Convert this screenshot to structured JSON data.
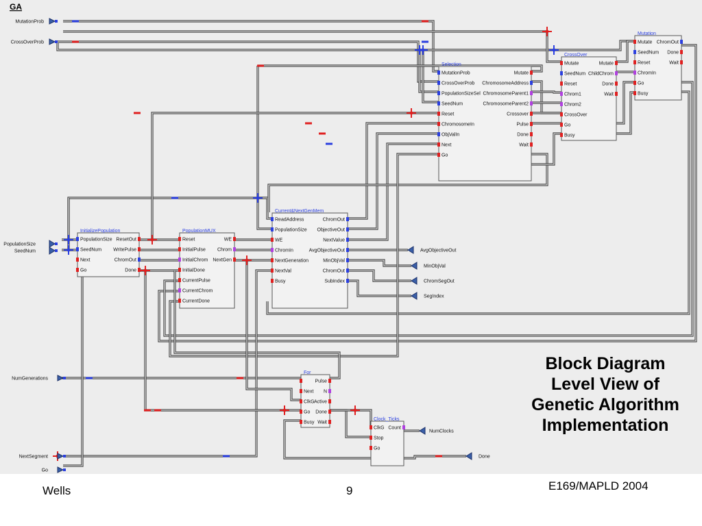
{
  "diagram_title": "GA",
  "blocks": [
    {
      "id": "initialize-population",
      "title": "InitializePopulation",
      "inputs": [
        "PopulationSize",
        "SeedNum",
        "Next",
        "Go"
      ],
      "outputs": [
        "ResetOut",
        "WritePulse",
        "ChromOut",
        "Done"
      ]
    },
    {
      "id": "population-mux",
      "title": "PopulationMUX",
      "inputs": [
        "Reset",
        "InitialPulse",
        "InitialChrom",
        "InitialDone",
        "CurrentPulse",
        "CurrentChrom",
        "CurrentDone"
      ],
      "outputs": [
        "WE",
        "Chrom",
        "NextGen"
      ]
    },
    {
      "id": "current-next-gen-mem",
      "title": "Current&NextGenMem",
      "inputs": [
        "ReadAddress",
        "PopulationSize",
        "WE",
        "ChromIn",
        "NextGeneration",
        "NextVal",
        "Busy"
      ],
      "outputs": [
        "ChromOut",
        "ObjectiveOut",
        "NextValue",
        "AvgObjectiveOut",
        "MinObjVal",
        "ChromOut",
        "SubIndex"
      ]
    },
    {
      "id": "selection",
      "title": "Selection",
      "inputs": [
        "MutationProb",
        "CrossOverProb",
        "PopulationSizeSel",
        "SeedNum",
        "Reset",
        "ChromosomeIn",
        "ObjValIn",
        "Next",
        "Go"
      ],
      "outputs": [
        "Mutate",
        "ChromosomeAddress",
        "ChromosomeParent1",
        "ChromosomeParent2",
        "Crossover",
        "Pulse",
        "Done",
        "Wait"
      ]
    },
    {
      "id": "crossover",
      "title": "CrossOver",
      "inputs": [
        "Mutate",
        "SeedNum",
        "Reset",
        "Chrom1",
        "Chrom2",
        "CrossOver",
        "Go",
        "Busy"
      ],
      "outputs": [
        "Mutate",
        "ChildChrom",
        "Done",
        "Wait"
      ]
    },
    {
      "id": "mutation",
      "title": "Mutation",
      "inputs": [
        "Mutate",
        "SeedNum",
        "Reset",
        "ChromIn",
        "Go",
        "Busy"
      ],
      "outputs": [
        "ChromOut",
        "Done",
        "Wait"
      ]
    },
    {
      "id": "for",
      "title": "For",
      "inputs": [
        "",
        "Next",
        "ClkG",
        "Go",
        "Busy"
      ],
      "outputs": [
        "Pulse",
        "N",
        "Active",
        "Done",
        "Wait"
      ]
    },
    {
      "id": "clock-ticks",
      "title": "Clock_Ticks",
      "inputs": [
        "ClkG",
        "Stop",
        "Go"
      ],
      "outputs": [
        "Count"
      ]
    }
  ],
  "input_ports": [
    "MutationProb",
    "CrossOverProb",
    "PopulationSize",
    "SeedNum",
    "NumGenerations",
    "NextSegment",
    "Go"
  ],
  "output_ports": [
    "AvgObjectiveOut",
    "MinObjVal",
    "ChromSegOut",
    "SegIndex",
    "Done"
  ],
  "numclocks_port": "NumClocks",
  "slide_title_lines": [
    "Block Diagram",
    "Level View of",
    "Genetic Algorithm",
    "Implementation"
  ],
  "footer": {
    "author": "Wells",
    "page": "9",
    "conference": "E169/MAPLD 2004"
  },
  "colors": {
    "canvas": "#ededed",
    "wire": "#4a4a4a",
    "blue": "#2b3fe0",
    "red": "#e02020",
    "purple": "#b040e0",
    "port": "#3a5fa8"
  }
}
